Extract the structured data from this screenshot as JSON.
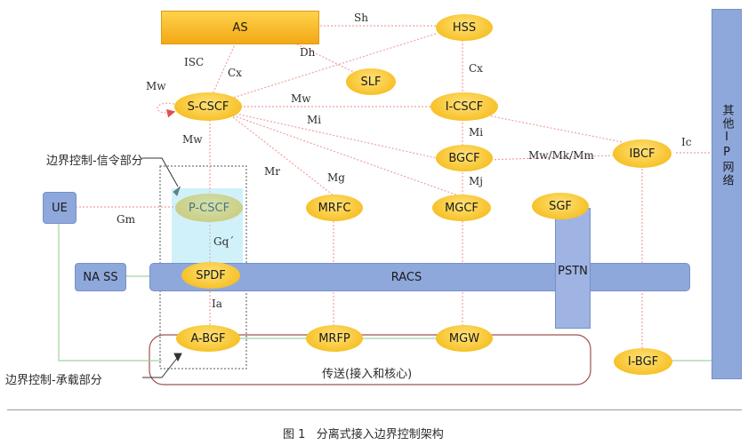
{
  "nodes": {
    "as": "AS",
    "hss": "HSS",
    "slf": "SLF",
    "s_cscf": "S-CSCF",
    "i_cscf": "I-CSCF",
    "bgcf": "BGCF",
    "ibcf": "IBCF",
    "p_cscf": "P-CSCF",
    "mrfc": "MRFC",
    "mgcf": "MGCF",
    "sgf": "SGF",
    "ue": "UE",
    "nass": "NA SS",
    "spdf": "SPDF",
    "racs": "RACS",
    "pstn": "PSTN",
    "a_bgf": "A-BGF",
    "mrfp": "MRFP",
    "mgw": "MGW",
    "i_bgf": "I-BGF",
    "other_ip": "其他IP网络"
  },
  "interfaces": {
    "sh": "Sh",
    "dh": "Dh",
    "isc": "ISC",
    "cx1": "Cx",
    "cx2": "Cx",
    "mw_loop": "Mw",
    "mw_si": "Mw",
    "mw_sp": "Mw",
    "mi1": "Mi",
    "mi2": "Mi",
    "mr": "Mr",
    "mg": "Mg",
    "mj": "Mj",
    "mw_mk_mm": "Mw/Mk/Mm",
    "ic": "Ic",
    "gm": "Gm",
    "gq": "Gq´",
    "ia": "Ia"
  },
  "annotations": {
    "signaling_part": "边界控制-信令部分",
    "bearer_part": "边界控制-承载部分",
    "transport": "传送(接入和核心)"
  },
  "caption": "图 1   分离式接入边界控制架构",
  "colors": {
    "ellipse_fill": "#f7c22a",
    "blue_box": "#8fa8dc",
    "signaling_line": "#f2a0a0",
    "bearer_line": "#9fd49f",
    "transport_border": "#a05050"
  }
}
